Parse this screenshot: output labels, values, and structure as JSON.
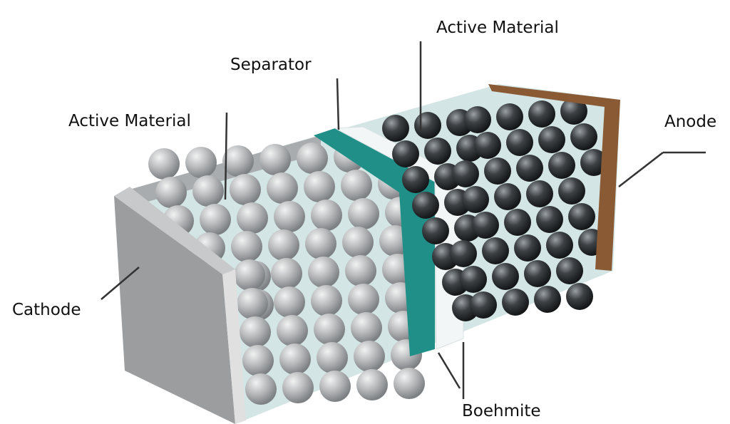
{
  "labels": {
    "active_material_top": "Active Material",
    "separator": "Separator",
    "active_material_left": "Active Material",
    "anode": "Anode",
    "cathode": "Cathode",
    "boehmite": "Boehmite"
  },
  "colors": {
    "cathode_plate": "#9a9a9a",
    "cathode_particles": "#b5b7b9",
    "anode_particles": "#3a3d40",
    "anode_plate": "#8a5a35",
    "separator": "#1e8e86",
    "boehmite": "#f4f7f8",
    "tray": "#cfe3e2"
  }
}
